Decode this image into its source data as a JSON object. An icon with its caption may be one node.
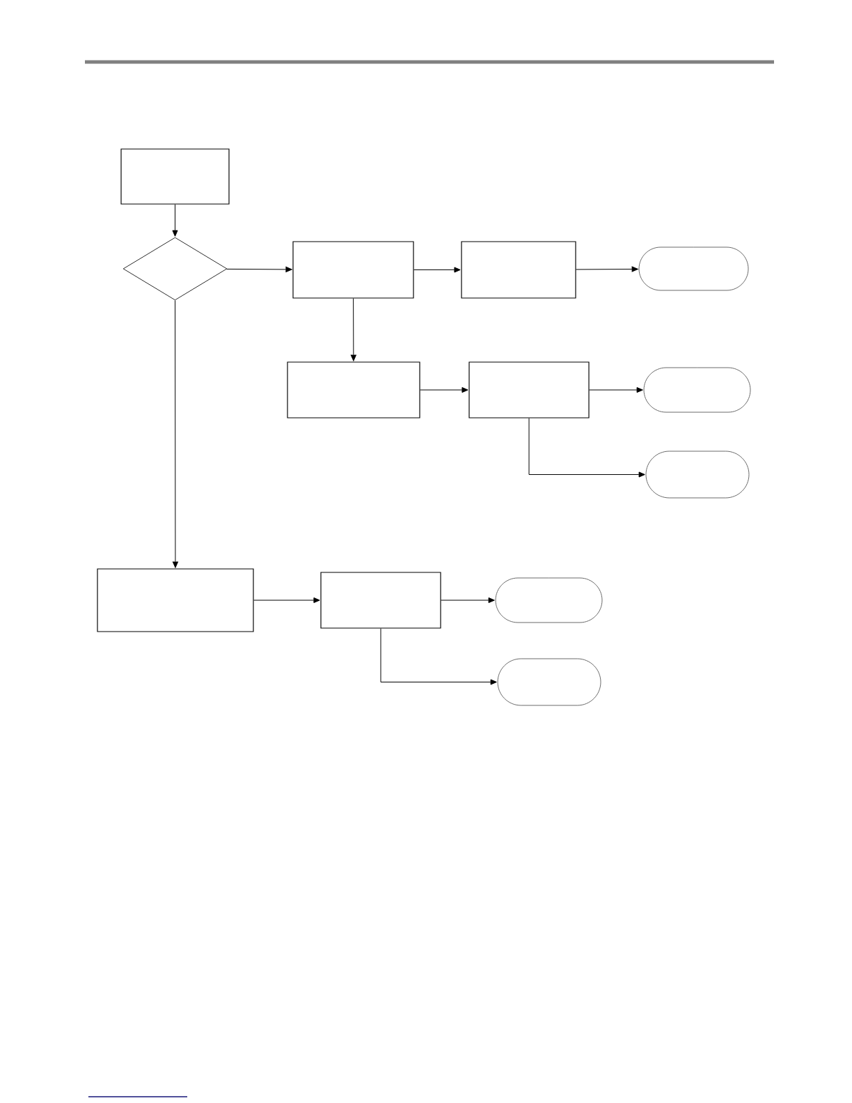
{
  "diagram": {
    "nodes": [
      {
        "text": [],
        "shape": "box"
      },
      {
        "text": [],
        "shape": "diamond"
      },
      {
        "text": [],
        "shape": "box"
      },
      {
        "text": [],
        "shape": "box"
      },
      {
        "text": [],
        "shape": "stadium"
      },
      {
        "text": [],
        "shape": "box"
      },
      {
        "text": [],
        "shape": "box"
      },
      {
        "text": [],
        "shape": "stadium"
      },
      {
        "text": [],
        "shape": "stadium"
      },
      {
        "text": [],
        "shape": "box"
      },
      {
        "text": [],
        "shape": "box"
      },
      {
        "text": [],
        "shape": "stadium"
      },
      {
        "text": [],
        "shape": "stadium"
      }
    ],
    "edges": [
      {
        "from": 0,
        "to": 1,
        "arrow": "to"
      },
      {
        "from": 1,
        "to": 2,
        "arrow": "to"
      },
      {
        "from": 2,
        "to": 3,
        "arrow": "to"
      },
      {
        "from": 3,
        "to": 4,
        "arrow": "to"
      },
      {
        "from": 2,
        "to": 5,
        "arrow": "to"
      },
      {
        "from": 5,
        "to": 6,
        "arrow": "to"
      },
      {
        "from": 6,
        "to": 7,
        "arrow": "to"
      },
      {
        "from": 6,
        "to": 8,
        "arrow": "to"
      },
      {
        "from": 1,
        "to": 9,
        "arrow": "to"
      },
      {
        "from": 9,
        "to": 10,
        "arrow": "to"
      },
      {
        "from": 10,
        "to": 11,
        "arrow": "to"
      },
      {
        "from": 10,
        "to": 12,
        "arrow": "to"
      }
    ]
  }
}
